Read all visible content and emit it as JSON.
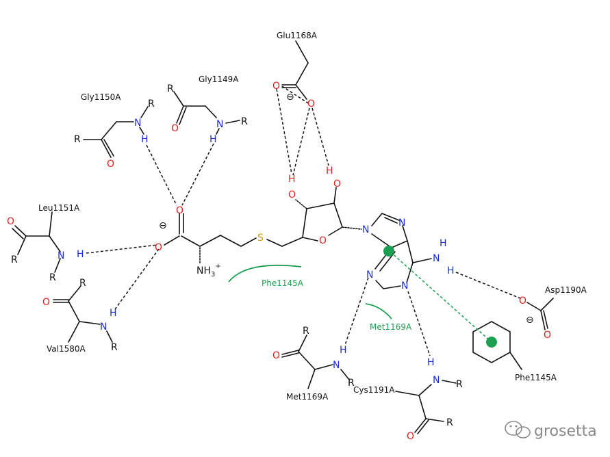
{
  "residues": {
    "glu1168": "Glu1168A",
    "gly1150": "Gly1150A",
    "gly1149": "Gly1149A",
    "leu1151": "Leu1151A",
    "val1580": "Val1580A",
    "phe1145_hydrophobic": "Phe1145A",
    "met1169_hydrophobic": "Met1169A",
    "asp1190": "Asp1190A",
    "met1169": "Met1169A",
    "cys1191": "Cys1191A",
    "phe1145_pi": "Phe1145A"
  },
  "atoms": {
    "O": "O",
    "N": "N",
    "H": "H",
    "S": "S",
    "R": "R",
    "NH3": "NH",
    "NH3_sub": "3",
    "NH3_sup": "+"
  },
  "charges": {
    "minus": "⊖"
  },
  "watermark": {
    "text": "grosetta"
  },
  "colors": {
    "oxygen": "#e0201c",
    "nitrogen": "#1a2fd6",
    "sulfur": "#d4a000",
    "hydrophobic": "#1aa050",
    "bond": "#111111"
  }
}
